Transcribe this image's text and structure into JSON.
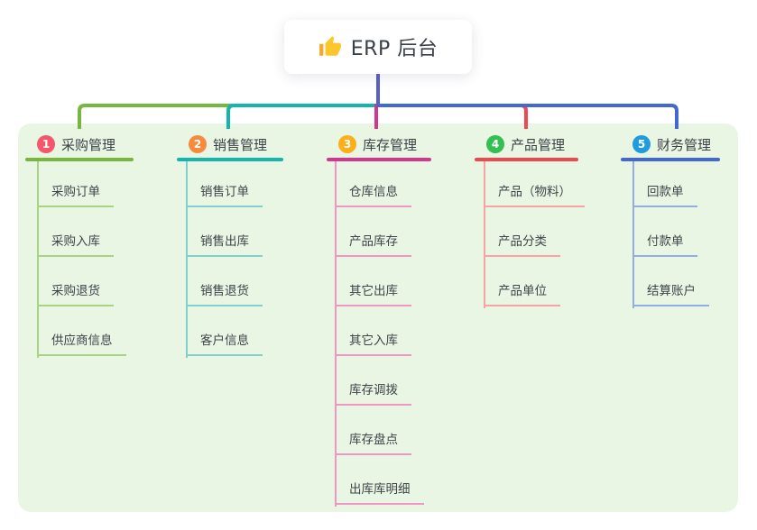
{
  "root": {
    "label": "ERP 后台",
    "icon": "thumbs-up",
    "icon_colors": {
      "hand": "#fcc62c",
      "sleeve": "#f4a82c"
    },
    "line_color": "#5560c8"
  },
  "panel": {
    "background": "#e9f6e3"
  },
  "branches": [
    {
      "number": "1",
      "label": "采购管理",
      "badge_color": "#f4576c",
      "line_color": "#76b83f",
      "light_line_color": "#a9d285",
      "children": [
        "采购订单",
        "采购入库",
        "采购退货",
        "供应商信息"
      ]
    },
    {
      "number": "2",
      "label": "销售管理",
      "badge_color": "#f78b3d",
      "line_color": "#15b5ae",
      "light_line_color": "#82d0cb",
      "children": [
        "销售订单",
        "销售出库",
        "销售退货",
        "客户信息"
      ]
    },
    {
      "number": "3",
      "label": "库存管理",
      "badge_color": "#fbaf18",
      "line_color": "#d2368d",
      "light_line_color": "#ef97c2",
      "children": [
        "仓库信息",
        "产品库存",
        "其它出库",
        "其它入库",
        "库存调拨",
        "库存盘点",
        "出库库明细"
      ]
    },
    {
      "number": "4",
      "label": "产品管理",
      "badge_color": "#33bf52",
      "line_color": "#f0484f",
      "light_line_color": "#f8a3a3",
      "children": [
        "产品（物料）",
        "产品分类",
        "产品单位"
      ]
    },
    {
      "number": "5",
      "label": "财务管理",
      "badge_color": "#209bdd",
      "line_color": "#4169d1",
      "light_line_color": "#92aede",
      "children": [
        "回款单",
        "付款单",
        "结算账户"
      ]
    }
  ]
}
